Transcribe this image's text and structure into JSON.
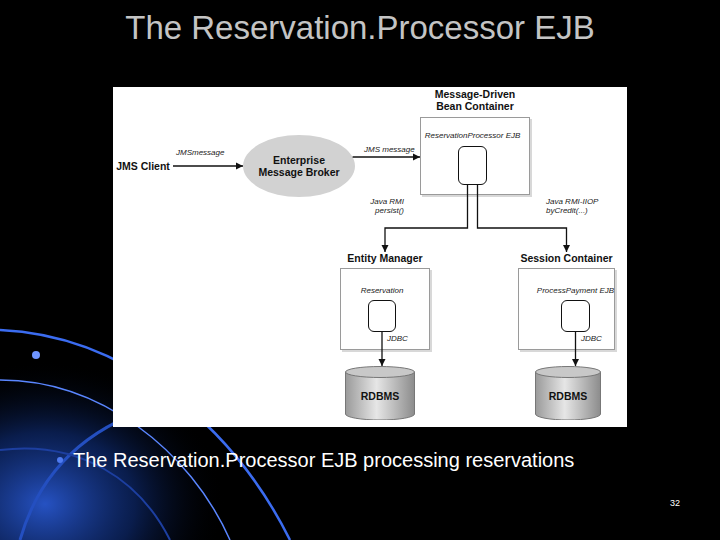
{
  "diagram": {
    "title": "The Reservation.Processor EJB",
    "caption": "The Reservation.Processor EJB processing reservations",
    "nodes": [
      {
        "text": [
          "JMS Client"
        ]
      },
      {
        "text": [
          "Enterprise Message Broker"
        ]
      },
      {
        "text": [
          "Message-Driven Bean Container"
        ]
      },
      {
        "text": [
          "ReservationProcessor EJB"
        ],
        "in": 2
      },
      {
        "text": [
          "Entity Manager"
        ]
      },
      {
        "text": [
          "Reservation"
        ],
        "in": 4
      },
      {
        "text": [
          "Session Container"
        ]
      },
      {
        "text": [
          "ProcessPayment EJB"
        ],
        "in": 6
      },
      {
        "text": [
          "RDBMS"
        ]
      },
      {
        "text": [
          "RDBMS"
        ]
      }
    ],
    "edges": [
      {
        "from": 0,
        "to": 1,
        "label": "JMSmessage",
        "arrow": "to"
      },
      {
        "from": 1,
        "to": 2,
        "label": "JMS message",
        "arrow": "to"
      },
      {
        "from": 3,
        "to": 4,
        "label": "Java RMI persist()",
        "arrow": "to"
      },
      {
        "from": 3,
        "to": 6,
        "label": "Java RMI-IIOP byCredit(...)",
        "arrow": "to"
      },
      {
        "from": 5,
        "to": 8,
        "label": "JDBC",
        "arrow": "to"
      },
      {
        "from": 7,
        "to": 9,
        "label": "JDBC",
        "arrow": "to"
      }
    ],
    "labels": [
      "32"
    ]
  }
}
